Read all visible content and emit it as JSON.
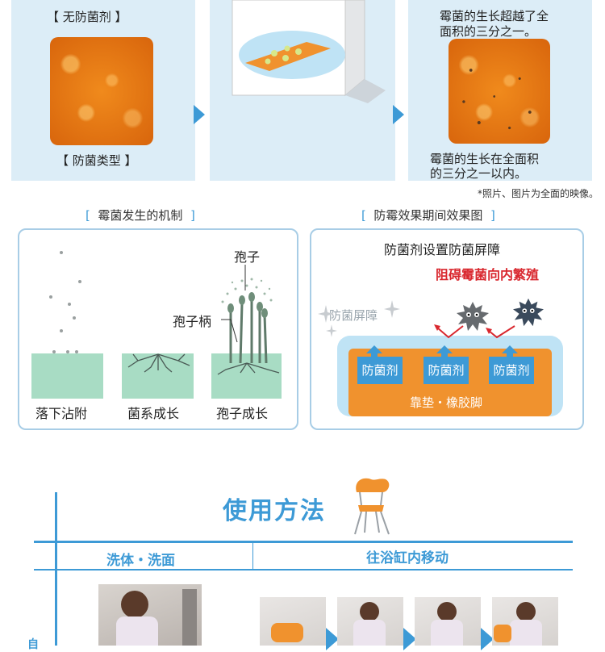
{
  "top": {
    "no_antibac": "【 无防菌剂 】",
    "antibac": "【 防菌类型 】",
    "mold_over": "霉菌的生长超越了全面积的三分之一。",
    "mold_over_l1": "霉菌的生长超越了全",
    "mold_over_l2": "面积的三分之一。",
    "mold_within_l1": "霉菌的生长在全面积",
    "mold_within_l2": "的三分之一以内。",
    "note": "*照片、图片为全面的映像。"
  },
  "mechanism": {
    "title": "霉菌发生的机制",
    "spore": "孢子",
    "stalk": "孢子柄",
    "stages": [
      "落下沾附",
      "菌系成长",
      "孢子成长"
    ]
  },
  "effect": {
    "title": "防霉效果期间效果图",
    "subtitle": "防菌剂设置防菌屏障",
    "red": "阻碍霉菌向内繁殖",
    "barrier": "防菌屏障",
    "agents": [
      "防菌剂",
      "防菌剂",
      "防菌剂"
    ],
    "base": "靠垫・橡胶脚"
  },
  "usage": {
    "title": "使用方法",
    "col1": "洗体・洗面",
    "col2": "往浴缸内移动",
    "side_char": "自"
  },
  "colors": {
    "accent": "#3d9ad6",
    "orange": "#f0922e",
    "red": "#d9272e",
    "panel": "#dcedf7"
  }
}
